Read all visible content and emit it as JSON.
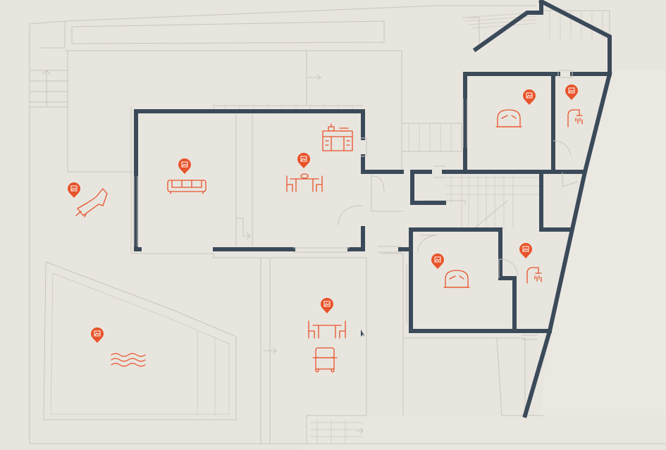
{
  "plan": {
    "accent_color": "#e8532a",
    "wall_color": "#3b4a59",
    "background_color": "#e8e5df",
    "hotspots": [
      {
        "room": "sun-terrace",
        "icon": "lounger-icon"
      },
      {
        "room": "living-room",
        "icon": "sofa-icon"
      },
      {
        "room": "dining-room",
        "icon": "dining-table-icon"
      },
      {
        "room": "kitchen",
        "icon": "kitchen-icon"
      },
      {
        "room": "bedroom-1",
        "icon": "double-bed-icon"
      },
      {
        "room": "bathroom-1",
        "icon": "shower-icon"
      },
      {
        "room": "bedroom-2",
        "icon": "double-bed-icon"
      },
      {
        "room": "bathroom-2",
        "icon": "shower-icon"
      },
      {
        "room": "outdoor-dining",
        "icon": "dining-table-icon"
      },
      {
        "room": "outdoor-grill",
        "icon": "barbecue-icon"
      },
      {
        "room": "pool",
        "icon": "pool-icon"
      }
    ]
  }
}
